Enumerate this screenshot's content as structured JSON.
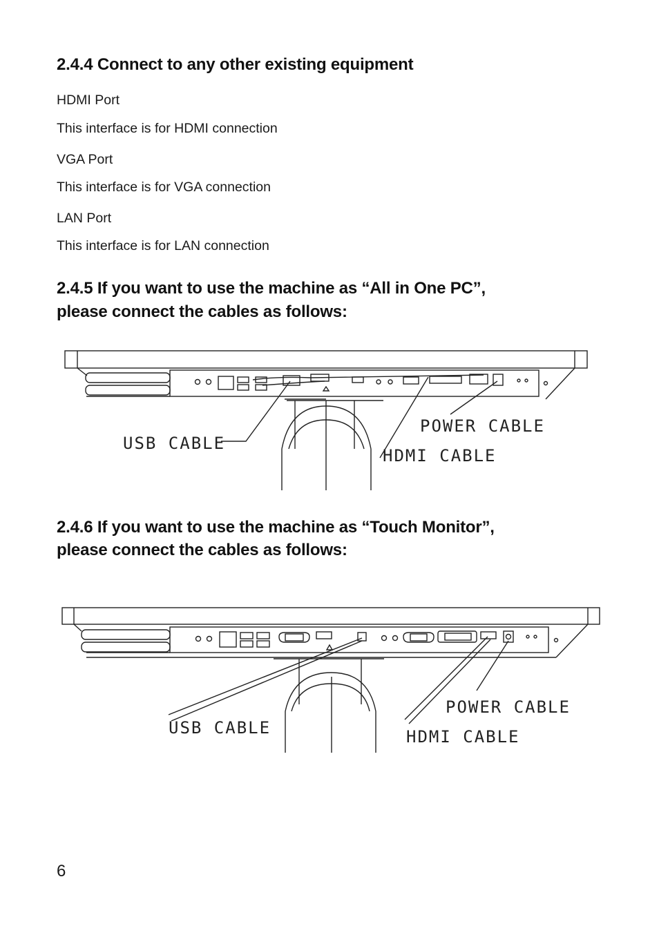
{
  "sections": {
    "s244": {
      "title": "2.4.4 Connect to any other existing equipment",
      "items": [
        {
          "name": "HDMI Port",
          "desc": "This interface is for HDMI connection"
        },
        {
          "name": "VGA Port",
          "desc": "This interface is for VGA connection"
        },
        {
          "name": "LAN Port",
          "desc": "This interface is for LAN connection"
        }
      ]
    },
    "s245": {
      "title_line1": "2.4.5 If you want to use the machine as “All in One PC”,",
      "title_line2": "please connect the cables as follows:",
      "labels": {
        "usb": "USB CABLE",
        "power": "POWER CABLE",
        "hdmi": "HDMI CABLE"
      }
    },
    "s246": {
      "title_line1": "2.4.6 If you want to use the machine as “Touch Monitor”,",
      "title_line2": "please connect the cables as follows:",
      "labels": {
        "usb": "USB CABLE",
        "power": "POWER CABLE",
        "hdmi": "HDMI CABLE"
      }
    }
  },
  "page_number": "6"
}
